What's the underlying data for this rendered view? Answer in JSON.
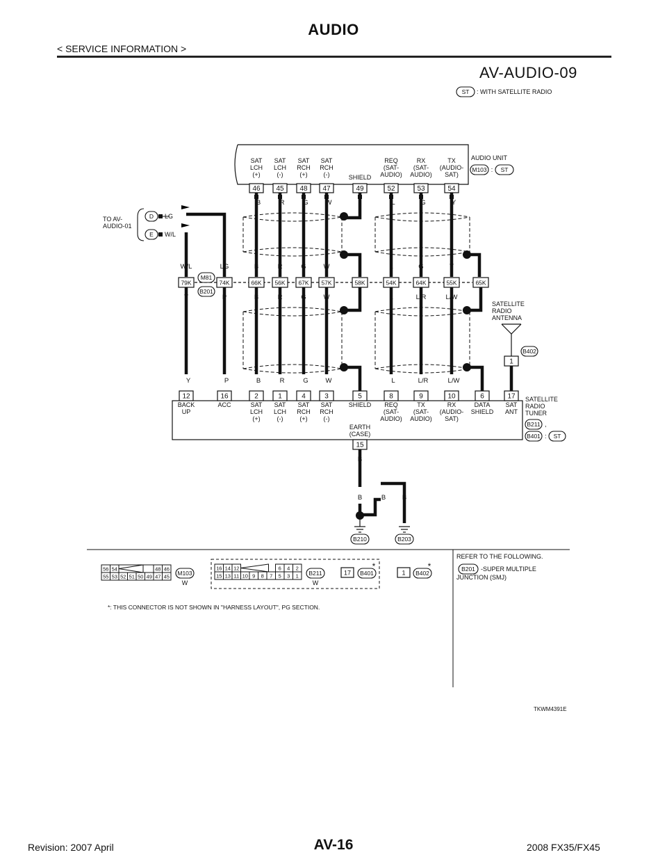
{
  "header": {
    "title": "AUDIO",
    "subtitle": "< SERVICE INFORMATION >"
  },
  "diagram": {
    "id": "AV-AUDIO-09",
    "legend_badge": "ST",
    "legend_text": ": WITH SATELLITE RADIO",
    "figure_code": "TKWM4391E",
    "to_ref": [
      "TO AV-",
      "AUDIO-01"
    ],
    "ext_conn": [
      {
        "pin": "D",
        "color": "LG"
      },
      {
        "pin": "E",
        "color": "W/L"
      }
    ],
    "audio_unit": {
      "label": "AUDIO UNIT",
      "conn": "M103",
      "badge": "ST"
    },
    "audio_pins": [
      {
        "num": "46",
        "lines": [
          "SAT",
          "LCH",
          "(+)"
        ],
        "wire": "B"
      },
      {
        "num": "45",
        "lines": [
          "SAT",
          "LCH",
          "(-)"
        ],
        "wire": "R"
      },
      {
        "num": "48",
        "lines": [
          "SAT",
          "RCH",
          "(+)"
        ],
        "wire": "G"
      },
      {
        "num": "47",
        "lines": [
          "SAT",
          "RCH",
          "(-)"
        ],
        "wire": "W"
      },
      {
        "num": "49",
        "lines": [
          "SHIELD"
        ],
        "wire": ""
      },
      {
        "num": "52",
        "lines": [
          "REQ",
          "(SAT-",
          "AUDIO)"
        ],
        "wire": "L"
      },
      {
        "num": "53",
        "lines": [
          "RX",
          "(SAT-",
          "AUDIO)"
        ],
        "wire": "G"
      },
      {
        "num": "54",
        "lines": [
          "TX",
          "(AUDIO-",
          "SAT)"
        ],
        "wire": "Y"
      }
    ],
    "smj": {
      "conn1": "M81",
      "conn2": "B201"
    },
    "smj_pins": [
      {
        "id": "79K",
        "top": "W/L",
        "bottom": "Y"
      },
      {
        "id": "74K",
        "top": "LG",
        "bottom": "P"
      },
      {
        "id": "66K",
        "top": "B",
        "bottom": "B"
      },
      {
        "id": "56K",
        "top": "R",
        "bottom": "R"
      },
      {
        "id": "67K",
        "top": "G",
        "bottom": "G"
      },
      {
        "id": "57K",
        "top": "W",
        "bottom": "W"
      },
      {
        "id": "58K",
        "top": "",
        "bottom": ""
      },
      {
        "id": "54K",
        "top": "L",
        "bottom": "L"
      },
      {
        "id": "64K",
        "top": "G",
        "bottom": "L/R"
      },
      {
        "id": "55K",
        "top": "Y",
        "bottom": "L/W"
      },
      {
        "id": "65K",
        "top": "",
        "bottom": ""
      }
    ],
    "antenna": {
      "lines": [
        "SATELLITE",
        "RADIO",
        "ANTENNA"
      ],
      "conn": "B402",
      "pin": "1"
    },
    "tuner": {
      "lines": [
        "SATELLITE",
        "RADIO",
        "TUNER"
      ],
      "conn1": "B211",
      "conn2": "B401",
      "badge": "ST",
      "earth": [
        "EARTH",
        "(CASE)"
      ],
      "earth_pin": "15",
      "earth_wire": "B"
    },
    "tuner_pins": [
      {
        "num": "12",
        "wire": "Y",
        "lines": [
          "BACK",
          "UP"
        ]
      },
      {
        "num": "16",
        "wire": "P",
        "lines": [
          "ACC"
        ]
      },
      {
        "num": "2",
        "wire": "B",
        "lines": [
          "SAT",
          "LCH",
          "(+)"
        ]
      },
      {
        "num": "1",
        "wire": "R",
        "lines": [
          "SAT",
          "LCH",
          "(-)"
        ]
      },
      {
        "num": "4",
        "wire": "G",
        "lines": [
          "SAT",
          "RCH",
          "(+)"
        ]
      },
      {
        "num": "3",
        "wire": "W",
        "lines": [
          "SAT",
          "RCH",
          "(-)"
        ]
      },
      {
        "num": "5",
        "wire": "",
        "lines": [
          "SHIELD"
        ]
      },
      {
        "num": "8",
        "wire": "L",
        "lines": [
          "REQ",
          "(SAT-",
          "AUDIO)"
        ]
      },
      {
        "num": "9",
        "wire": "L/R",
        "lines": [
          "TX",
          "(SAT-",
          "AUDIO)"
        ]
      },
      {
        "num": "10",
        "wire": "L/W",
        "lines": [
          "RX",
          "(AUDIO-",
          "SAT)"
        ]
      },
      {
        "num": "6",
        "wire": "",
        "lines": [
          "DATA",
          "SHIELD"
        ]
      },
      {
        "num": "17",
        "wire": "",
        "lines": [
          "SAT",
          "ANT"
        ]
      }
    ],
    "grounds": [
      {
        "name": "B210",
        "wire_top": "B",
        "wire_bottom": "B"
      },
      {
        "name": "B203",
        "wire_left": "B",
        "wire_right": "B"
      }
    ],
    "connectors": {
      "m103": {
        "name": "M103",
        "color": "W",
        "row1": [
          "56",
          "54",
          "48",
          "46"
        ],
        "row2": [
          "55",
          "53",
          "52",
          "51",
          "50",
          "49",
          "47",
          "45"
        ]
      },
      "b211": {
        "name": "B211",
        "color": "W",
        "row1": [
          "16",
          "14",
          "12",
          "6",
          "4",
          "2"
        ],
        "row2": [
          "15",
          "13",
          "11",
          "10",
          "9",
          "8",
          "7",
          "5",
          "3",
          "1"
        ]
      },
      "b401": {
        "name": "B401",
        "pin": "17",
        "mark": "*"
      },
      "b402": {
        "name": "B402",
        "pin": "1",
        "mark": "*"
      }
    },
    "refer": {
      "title": "REFER TO THE FOLLOWING.",
      "conn": "B201",
      "text1": "-SUPER MULTIPLE",
      "text2": "JUNCTION (SMJ)"
    },
    "footnote": "*: THIS CONNECTOR IS NOT SHOWN IN \"HARNESS LAYOUT\", PG SECTION."
  },
  "footer": {
    "revision": "Revision: 2007 April",
    "page": "AV-16",
    "model": "2008 FX35/FX45"
  }
}
